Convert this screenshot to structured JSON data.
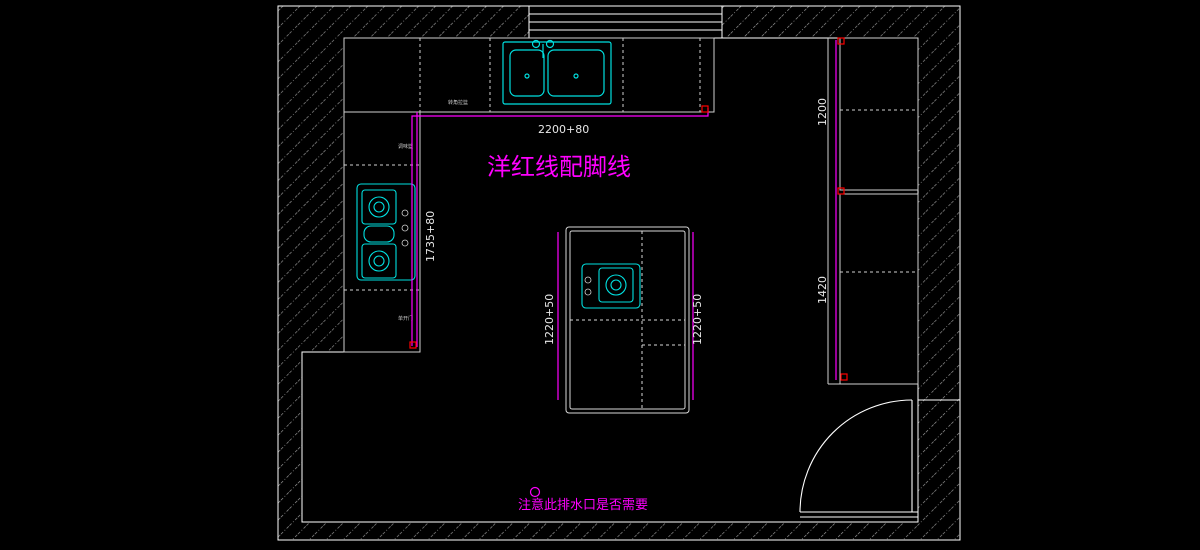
{
  "title": "洋红线配脚线",
  "drain_note": "注意此排水口是否需要",
  "dimensions": {
    "top_run": "2200+80",
    "left_run": "1735+80",
    "island_left": "1220+50",
    "island_right": "1220+50",
    "right_upper": "1200",
    "right_lower": "1420"
  },
  "small_labels": {
    "top_cabinet": "转角拉篮",
    "left_upper": "调味篮",
    "left_lower": "单开门"
  },
  "colors": {
    "background": "#000000",
    "wall_line": "#ffffff",
    "hatch": "#d0d0d0",
    "skirting": "#ff00ff",
    "appliance": "#00e0e0",
    "furniture": "#e0e0e0",
    "marker": "#ff0000"
  }
}
